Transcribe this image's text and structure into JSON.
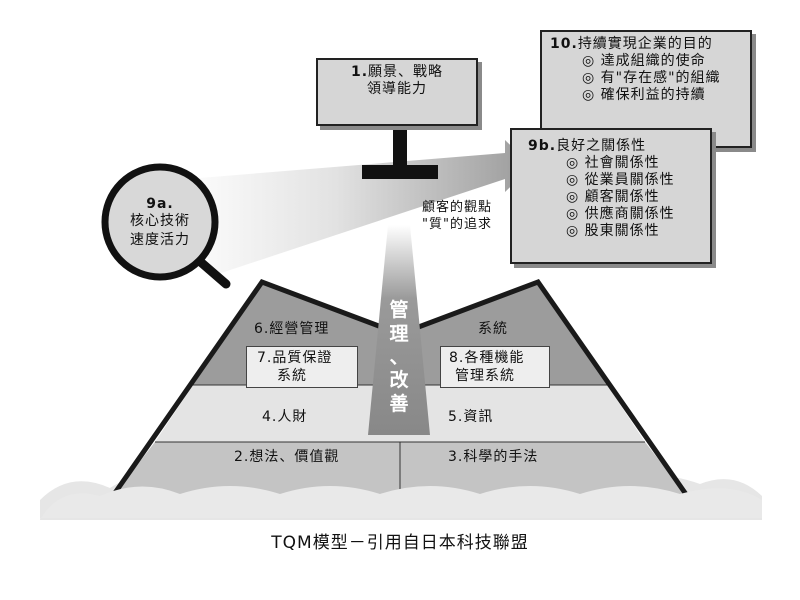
{
  "top_box": {
    "number": "1.",
    "line1": "願景、戰略",
    "line2": "領導能力"
  },
  "box10": {
    "number": "10.",
    "title": "持續實現企業的目的",
    "items": [
      "◎ 達成組織的使命",
      "◎ 有\"存在感\"的組織",
      "◎ 確保利益的持續"
    ]
  },
  "box9b": {
    "number": "9b.",
    "title": "良好之關係性",
    "items": [
      "◎ 社會關係性",
      "◎ 從業員關係性",
      "◎ 顧客關係性",
      "◎ 供應商關係性",
      "◎ 股東關係性"
    ]
  },
  "circle9a": {
    "number": "9a.",
    "line1": "核心技術",
    "line2": "速度活力"
  },
  "beam_label": {
    "line1": "顧客的觀點",
    "line2": "\"質\"的追求"
  },
  "pillar": {
    "chars": [
      "管",
      "理",
      "、",
      "改",
      "善"
    ]
  },
  "pyramid": {
    "l6": "6.經營管理",
    "r6": "系統",
    "l7a": "7.品質保證",
    "l7b": "系統",
    "r8a": "8.各種機能",
    "r8b": "管理系統",
    "l4": "4.人財",
    "r5": "5.資訊",
    "l2": "2.想法、價值觀",
    "r3": "3.科學的手法"
  },
  "caption": "TQM模型－引用自日本科技聯盟"
}
